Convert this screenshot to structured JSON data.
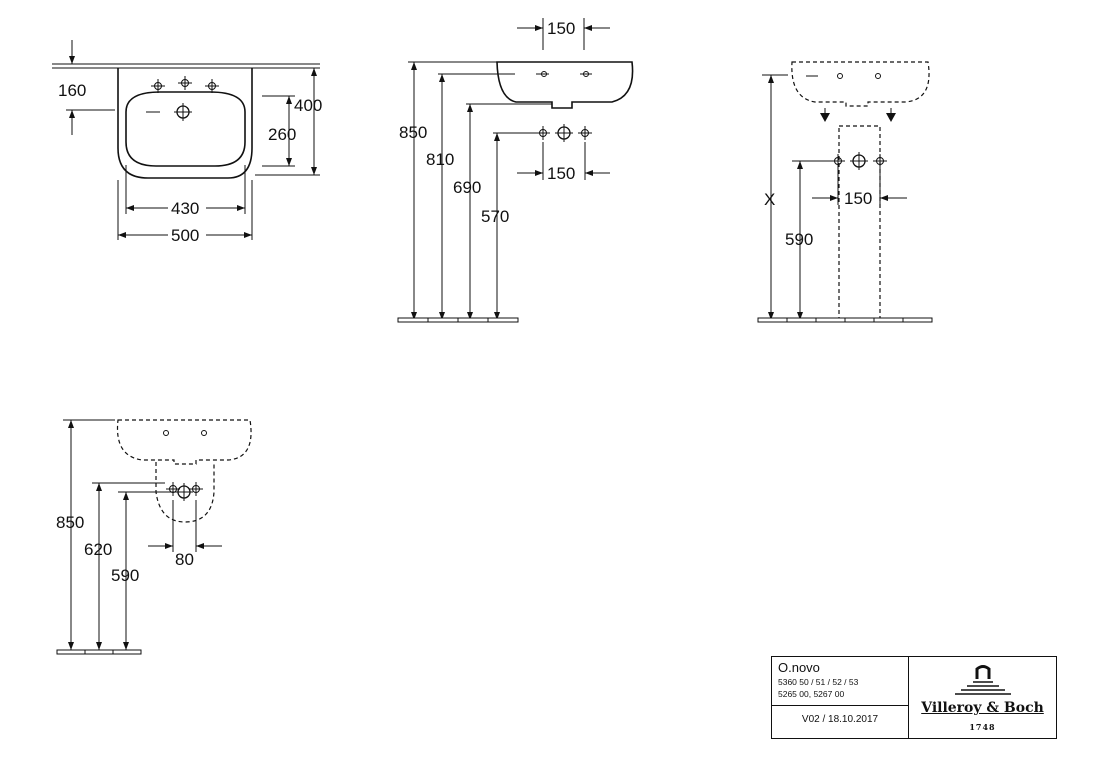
{
  "top_view": {
    "dims": {
      "tap_offset": "160",
      "depth": "400",
      "bowl_depth": "260",
      "bowl_width": "430",
      "width": "500"
    }
  },
  "side_view": {
    "dims": {
      "tap_spacing_top": "150",
      "tap_spacing_bottom": "150",
      "rim_height": "850",
      "h_810": "810",
      "h_690": "690",
      "h_570": "570"
    }
  },
  "pedestal_view": {
    "dims": {
      "variable_height": "X",
      "tap_spacing": "150",
      "outlet_height": "590"
    }
  },
  "semi_pedestal_view": {
    "dims": {
      "rim_height": "850",
      "h_620": "620",
      "h_590": "590",
      "outlet_spacing": "80"
    }
  },
  "title_block": {
    "product": "O.novo",
    "article_numbers_1": "5360 50 / 51 / 52 / 53",
    "article_numbers_2": "5265 00, 5267 00",
    "version": "V02 / 18.10.2017",
    "brand": "Villeroy & Boch",
    "brand_year": "1748"
  }
}
